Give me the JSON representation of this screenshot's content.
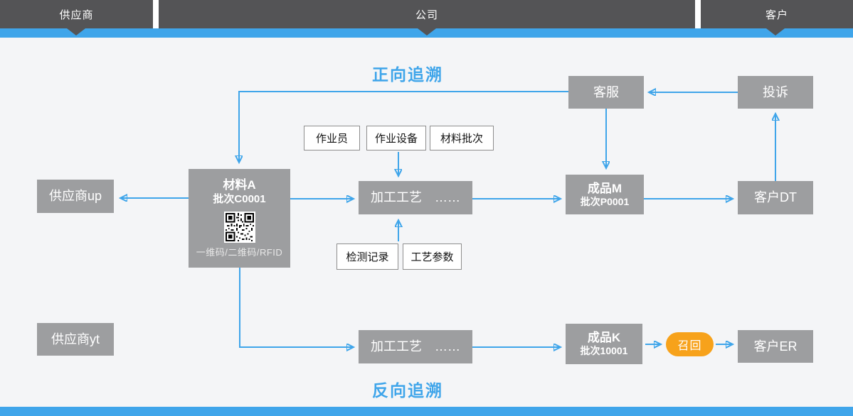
{
  "header": {
    "lanes": [
      {
        "label": "供应商"
      },
      {
        "label": "公司"
      },
      {
        "label": "客户"
      }
    ]
  },
  "titles": {
    "forward": "正向追溯",
    "backward": "反向追溯"
  },
  "nodes": {
    "customer_service": "客服",
    "complaint": "投诉",
    "supplier_up": "供应商up",
    "material_a": {
      "name": "材料A",
      "batch": "批次C0001",
      "codes": "一维码/二维码/RFID",
      "icon": "qr-code-icon"
    },
    "process_top": "加工工艺　……",
    "product_m": {
      "name": "成品M",
      "batch": "批次P0001"
    },
    "customer_dt": "客户DT",
    "supplier_yt": "供应商yt",
    "process_bottom": "加工工艺　……",
    "product_k": {
      "name": "成品K",
      "batch": "批次10001"
    },
    "recall": "召回",
    "customer_er": "客户ER"
  },
  "tags": {
    "worker": "作业员",
    "equipment": "作业设备",
    "material_batch": "材料批次",
    "inspection_record": "检测记录",
    "process_params": "工艺参数"
  },
  "colors": {
    "accent_blue": "#3fa5ea",
    "header_dark": "#545456",
    "node_gray": "#9d9ea0",
    "recall_orange": "#f7a21b",
    "background": "#f4f5f7"
  }
}
